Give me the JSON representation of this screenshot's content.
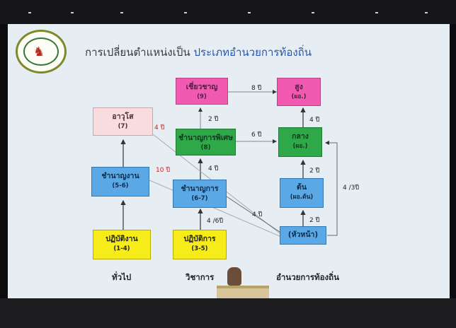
{
  "title": {
    "main": "การเปลี่ยนตำแหน่งเป็น",
    "highlight": "ประเภทอำนวยการท้องถิ่น"
  },
  "boxes": {
    "aw": {
      "label": "อาวุโส",
      "sub": "(7)"
    },
    "chamnan_ngan": {
      "label": "ชำนาญงาน",
      "sub": "(5-6)"
    },
    "pati_ngan": {
      "label": "ปฏิบัติงาน",
      "sub": "(1-4)"
    },
    "chiao": {
      "label": "เชี่ยวชาญ",
      "sub": "(9)"
    },
    "chamnan_pe": {
      "label": "ชำนาญการพิเศษ",
      "sub": "(8)"
    },
    "chamnan_kan": {
      "label": "ชำนาญการ",
      "sub": "(6-7)"
    },
    "pati_kan": {
      "label": "ปฏิบัติการ",
      "sub": "(3-5)"
    },
    "sung": {
      "label": "สูง",
      "sub": "(ผอ.)"
    },
    "klang": {
      "label": "กลาง",
      "sub": "(ผอ.)"
    },
    "ton": {
      "label": "ต้น",
      "sub": "(ผอ.ต้น)"
    },
    "hua": {
      "label": "(หัวหน้า)"
    }
  },
  "labels": {
    "l_4p_red": "4 ปี",
    "l_10p": "10 ปี",
    "l_2p_a": "2 ปี",
    "l_4p_a": "4 ปี",
    "l_46p": "4 /6ปี",
    "l_8p": "8 ปี",
    "l_6p": "6 ปี",
    "l_4p_b": "4 ปี",
    "l_4p_c": "4 ปี",
    "l_2p_b": "2 ปี",
    "l_2p_c": "2 ปี",
    "l_43p": "4 /3ปี"
  },
  "categories": {
    "general": "ทั่วไป",
    "academic": "วิชาการ",
    "admin": "อำนวยการท้องถิ่น"
  }
}
